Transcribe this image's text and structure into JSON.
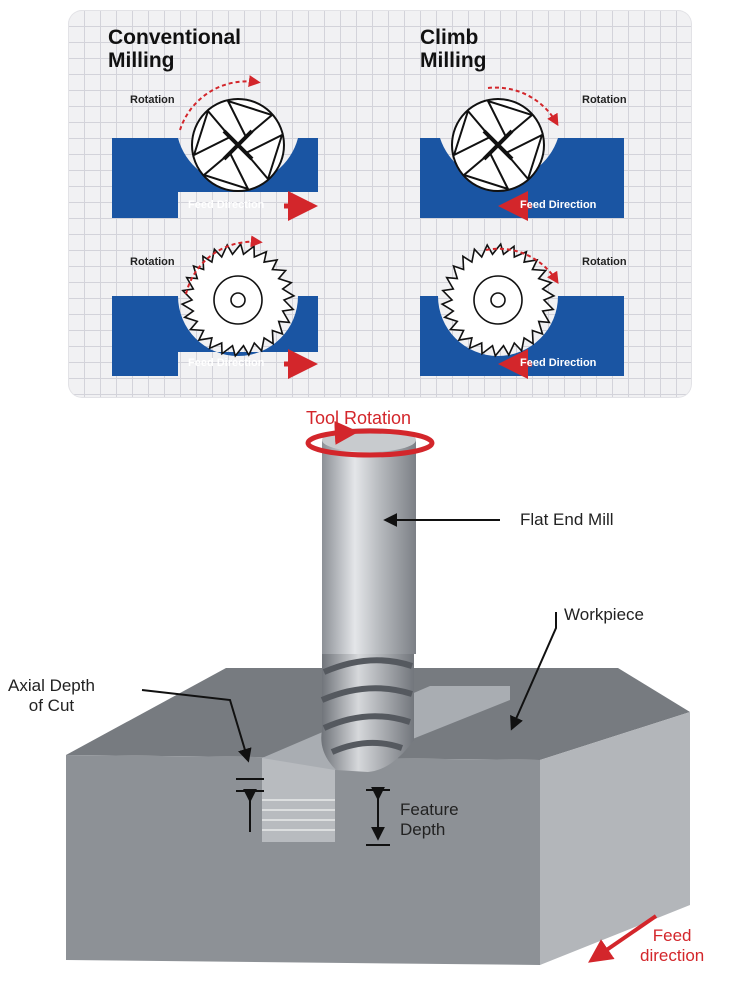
{
  "panel": {
    "conventional": {
      "heading": "Conventional\nMilling",
      "rotation_label_top": "Rotation",
      "feed_label_top": "Feed Direction",
      "rotation_label_bottom": "Rotation",
      "feed_label_bottom": "Feed Direction"
    },
    "climb": {
      "heading": "Climb\nMilling",
      "rotation_label_top": "Rotation",
      "feed_label_top": "Feed Direction",
      "rotation_label_bottom": "Rotation",
      "feed_label_bottom": "Feed Direction"
    }
  },
  "diagram": {
    "tool_rotation": "Tool Rotation",
    "flat_end_mill": "Flat End Mill",
    "workpiece": "Workpiece",
    "axial_depth": "Axial Depth\nof Cut",
    "feature_depth": "Feature\nDepth",
    "feed_direction": "Feed\ndirection"
  },
  "colors": {
    "workpiece_blue": "#1a55a3",
    "accent_red": "#d3262b",
    "block_front": "#8d9196",
    "block_top": "#777b80",
    "block_side": "#b3b6ba"
  }
}
